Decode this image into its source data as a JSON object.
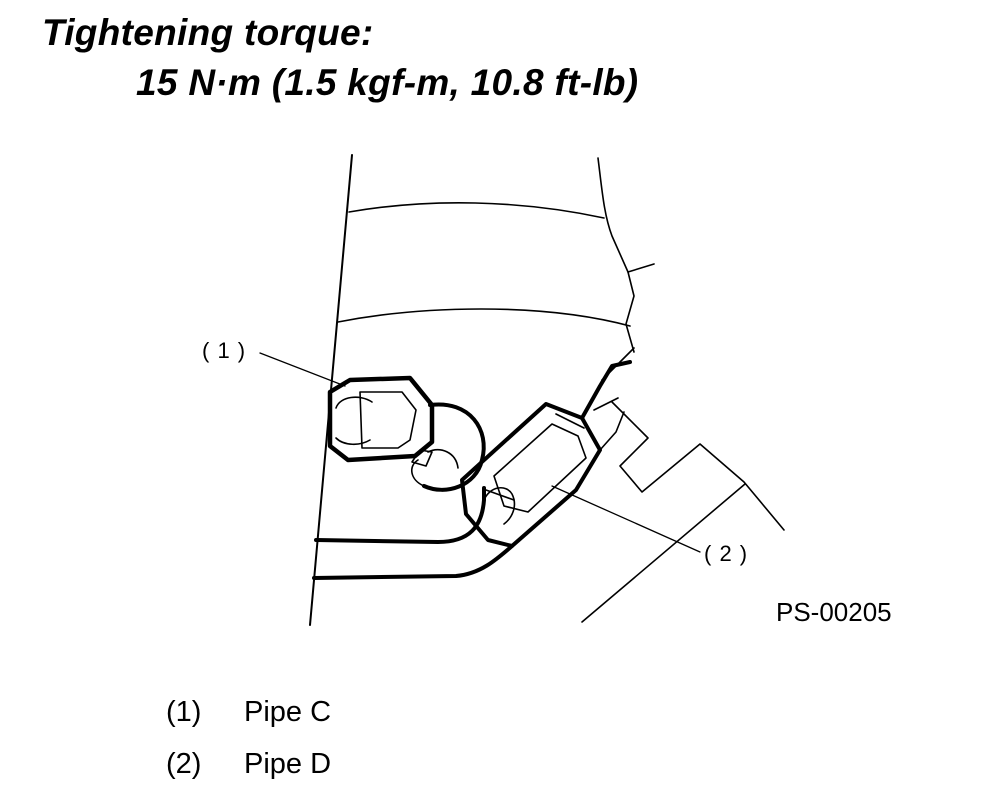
{
  "heading": {
    "title": "Tightening torque:",
    "value": "15 N·m (1.5 kgf-m, 10.8 ft-lb)"
  },
  "figure": {
    "callout_1": "( 1 )",
    "callout_2": "( 2 )",
    "code": "PS-00205"
  },
  "legend": [
    {
      "num": "(1)",
      "label": "Pipe C"
    },
    {
      "num": "(2)",
      "label": "Pipe D"
    }
  ]
}
